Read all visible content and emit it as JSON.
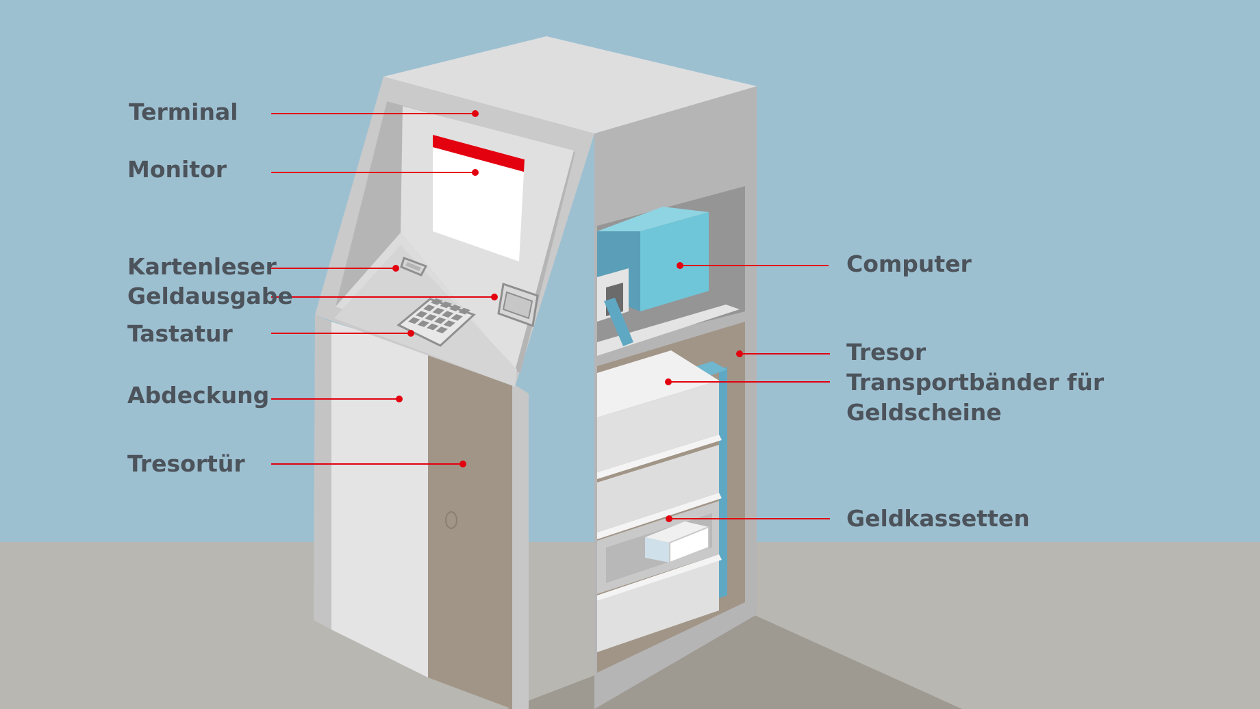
{
  "colors": {
    "sky": "#9dc0d1",
    "floor": "#b8b7b1",
    "label_text": "#4c535b",
    "leader_line": "#e3000f",
    "screen_header": "#e3000f",
    "accent_blue": "#6ec6d8"
  },
  "labels": {
    "terminal": "Terminal",
    "monitor": "Monitor",
    "kartenleser": "Kartenleser",
    "geldausgabe": "Geldausgabe",
    "tastatur": "Tastatur",
    "abdeckung": "Abdeckung",
    "tresortuer": "Tresortür",
    "computer": "Computer",
    "tresor": "Tresor",
    "transport_line1": "Transportbänder für",
    "transport_line2": "Geldscheine",
    "geldkassetten": "Geldkassetten"
  }
}
